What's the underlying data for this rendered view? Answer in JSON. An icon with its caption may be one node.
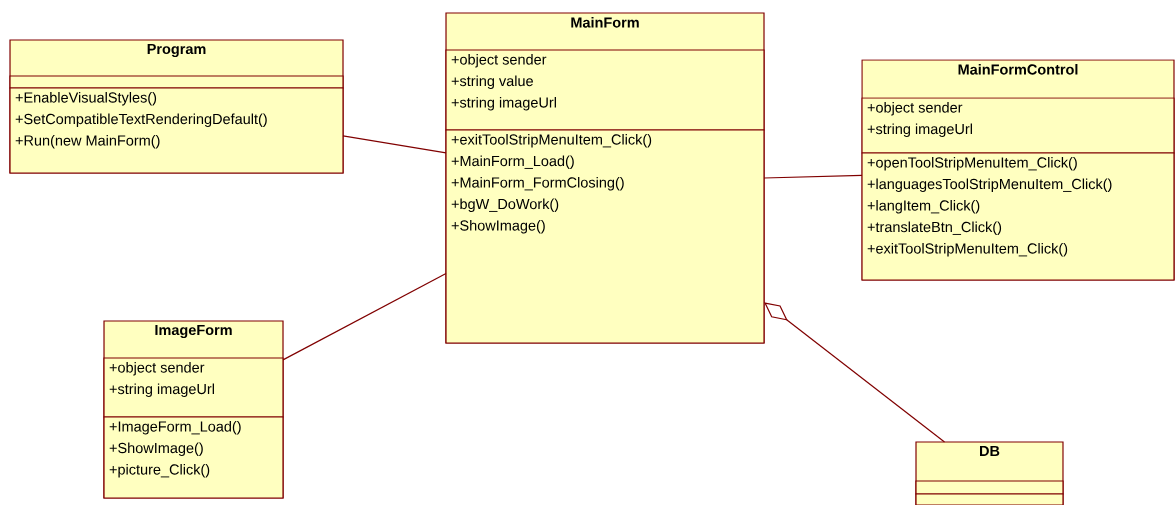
{
  "diagram": {
    "nodes": [
      {
        "text": [
          "Program"
        ]
      },
      {
        "text": [],
        "shape": "box",
        "in": 0
      },
      {
        "text": [
          "+EnableVisualStyles()",
          "+SetCompatibleTextRenderingDefault()",
          "+Run(new MainForm()"
        ],
        "in": 0
      },
      {
        "text": [
          "MainForm"
        ]
      },
      {
        "text": [
          "+object sender",
          "+string value",
          "+string imageUrl"
        ],
        "in": 3
      },
      {
        "text": [
          "+exitToolStripMenuItem_Click()",
          "+MainForm_Load()",
          "+MainForm_FormClosing()",
          "+bgW_DoWork()",
          "+ShowImage()"
        ],
        "in": 3
      },
      {
        "text": [
          "MainFormControl"
        ]
      },
      {
        "text": [
          "+object sender",
          "+string imageUrl"
        ],
        "in": 6
      },
      {
        "text": [
          "+openToolStripMenuItem_Click()",
          "+languagesToolStripMenuItem_Click()",
          "+langItem_Click()",
          "+translateBtn_Click()",
          "+exitToolStripMenuItem_Click()"
        ],
        "in": 6
      },
      {
        "text": [
          "ImageForm"
        ]
      },
      {
        "text": [
          "+object sender",
          "+string imageUrl"
        ],
        "in": 9
      },
      {
        "text": [
          "+ImageForm_Load()",
          "+ShowImage()",
          "+picture_Click()"
        ],
        "in": 9
      },
      {
        "text": [
          "DB"
        ]
      },
      {
        "text": [],
        "shape": "box",
        "in": 12
      },
      {
        "text": [],
        "shape": "box",
        "in": 12
      }
    ],
    "edges": [
      {
        "from": 0,
        "to": 3,
        "arrow": "none"
      },
      {
        "from": 3,
        "to": 6,
        "arrow": "none"
      },
      {
        "from": 9,
        "to": 3,
        "arrow": "none"
      },
      {
        "from": 12,
        "to": 3,
        "arrow": "other"
      }
    ]
  }
}
